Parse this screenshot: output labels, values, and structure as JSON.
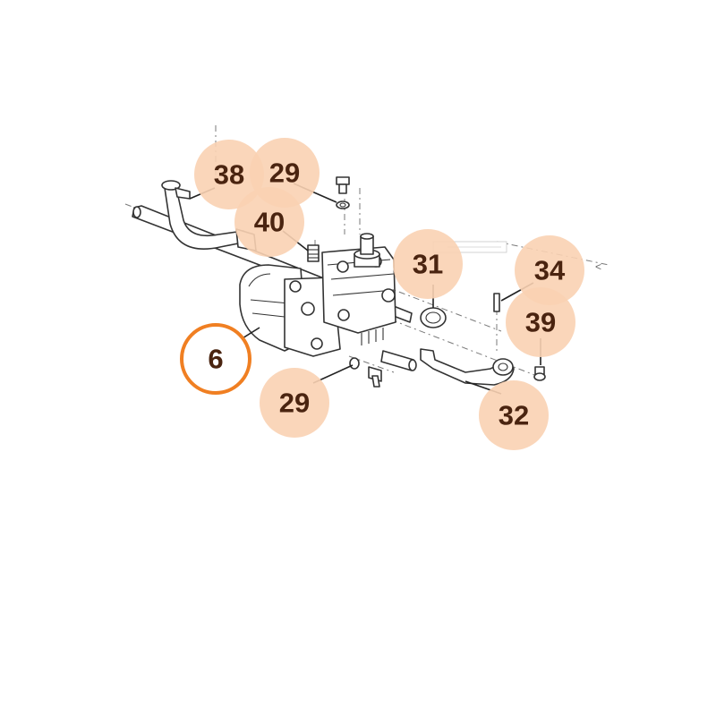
{
  "diagram": {
    "callouts": [
      {
        "label": "38"
      },
      {
        "label": "29"
      },
      {
        "label": "40"
      },
      {
        "label": "31"
      },
      {
        "label": "34"
      },
      {
        "label": "39"
      },
      {
        "label": "6"
      },
      {
        "label": "29"
      },
      {
        "label": "32"
      }
    ],
    "selected_callout": "6"
  },
  "colors": {
    "callout_fill": "#f9d1b2",
    "callout_text": "#4a2410",
    "selected_ring": "#f07f22",
    "line_art": "#333333"
  }
}
